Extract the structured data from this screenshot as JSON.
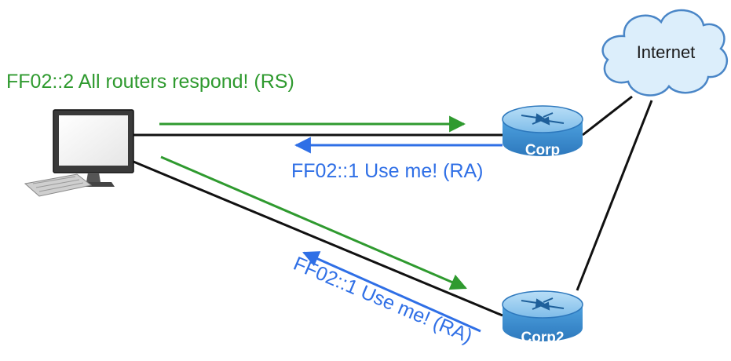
{
  "labels": {
    "rs": "FF02::2 All routers respond! (RS)",
    "ra_corp": "FF02::1 Use me! (RA)",
    "ra_corp2": "FF02::1 Use me! (RA)",
    "router_corp": "Corp",
    "router_corp2": "Corp2",
    "cloud": "Internet"
  },
  "colors": {
    "rs_green": "#2f9a2f",
    "ra_blue": "#2f6fe6",
    "router_blue": "#3f94d6",
    "cloud_fill": "#dceefb",
    "cloud_stroke": "#4a86c7",
    "link": "#111111"
  },
  "icons": {
    "host": "desktop-computer-icon",
    "router": "router-icon",
    "cloud": "internet-cloud-icon"
  }
}
